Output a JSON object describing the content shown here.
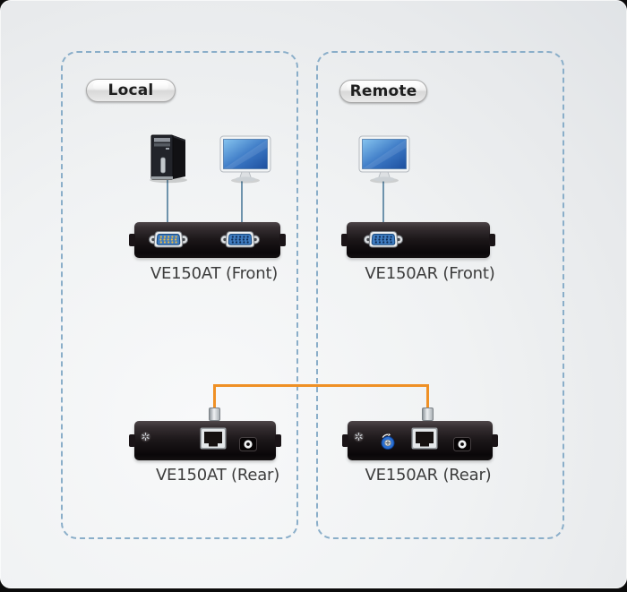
{
  "diagram": {
    "title_hint": "VE150A video extender installation diagram",
    "labels": {
      "local": "Local",
      "remote": "Remote",
      "at_front": "VE150AT (Front)",
      "ar_front": "VE150AR (Front)",
      "at_rear": "VE150AT (Rear)",
      "ar_rear": "VE150AR (Rear)"
    },
    "colors": {
      "zone_border_dashed": "#8aaec9",
      "cat5_cable_orange": "#ef9025",
      "video_cable_blue": "#6e93ac",
      "device_body_black": "#141012",
      "vga_port_blue": "#3f7cc0",
      "gain_knob_blue": "#2a6fd2",
      "label_text": "#3d3d3d"
    },
    "icons": [
      "computer-tower-icon",
      "monitor-icon",
      "vga-port-icon",
      "rj45-port-icon",
      "power-jack-icon",
      "grounding-screw-icon",
      "gain-knob-icon",
      "cable-connector"
    ]
  }
}
